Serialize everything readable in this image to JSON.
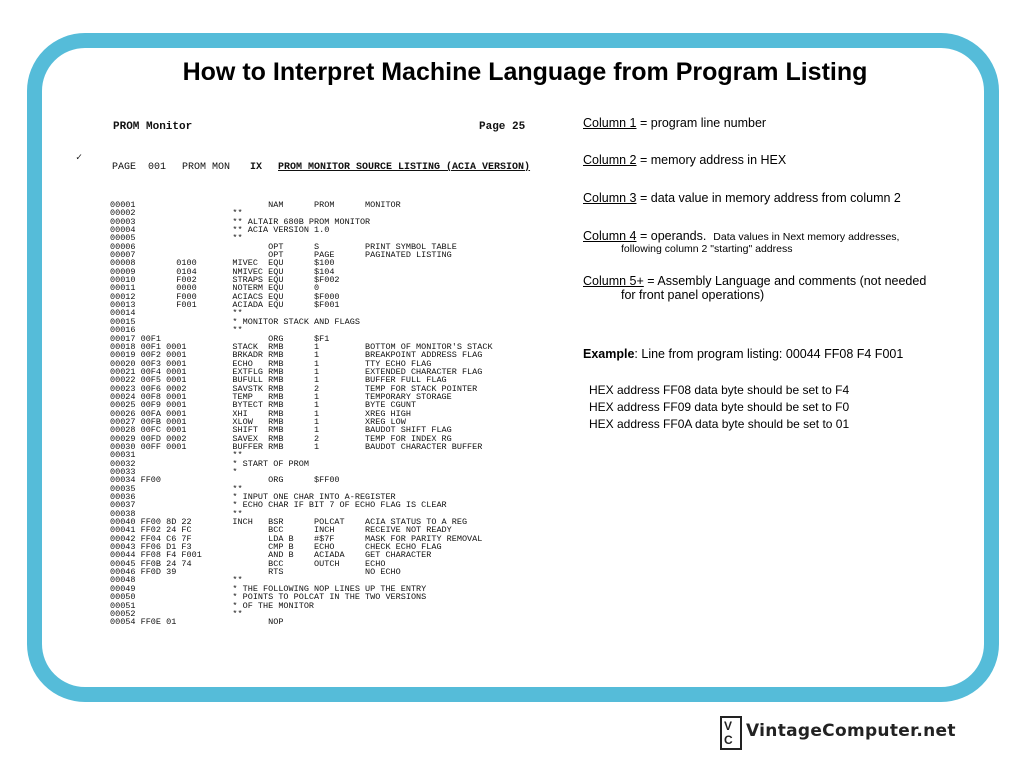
{
  "title": "How to Interpret Machine Language from Program Listing",
  "scan": {
    "heading_left": "PROM Monitor",
    "heading_right": "Page 25",
    "subheading_page": "PAGE  001",
    "subheading_name": "PROM MON",
    "subheading_mode": "IX",
    "subheading_title": "PROM MONITOR SOURCE LISTING (ACIA VERSION)",
    "tick_mark": "✓",
    "lines": [
      "00001                          NAM      PROM      MONITOR",
      "00002                   **",
      "00003                   ** ALTAIR 680B PROM MONITOR",
      "00004                   ** ACIA VERSION 1.0",
      "00005                   **",
      "00006                          OPT      S         PRINT SYMBOL TABLE",
      "00007                          OPT      PAGE      PAGINATED LISTING",
      "00008        0100       MIVEC  EQU      $100",
      "00009        0104       NMIVEC EQU      $104",
      "00010        F002       STRAPS EQU      $F002",
      "00011        0000       NOTERM EQU      0",
      "00012        F000       ACIACS EQU      $F000",
      "00013        F001       ACIADA EQU      $F001",
      "00014                   **",
      "00015                   * MONITOR STACK AND FLAGS",
      "00016                   **",
      "00017 00F1                     ORG      $F1",
      "00018 00F1 0001         STACK  RMB      1         BOTTOM OF MONITOR'S STACK",
      "00019 00F2 0001         BRKADR RMB      1         BREAKPOINT ADDRESS FLAG",
      "00020 00F3 0001         ECHO   RMB      1         TTY ECHO FLAG",
      "00021 00F4 0001         EXTFLG RMB      1         EXTENDED CHARACTER FLAG",
      "00022 00F5 0001         BUFULL RMB      1         BUFFER FULL FLAG",
      "00023 00F6 0002         SAVSTK RMB      2         TEMP FOR STACK POINTER",
      "00024 00F8 0001         TEMP   RMB      1         TEMPORARY STORAGE",
      "00025 00F9 0001         BYTECT RMB      1         BYTE CGUNT",
      "00026 00FA 0001         XHI    RMB      1         XREG HIGH",
      "00027 00FB 0001         XLOW   RMB      1         XREG LOW",
      "00028 00FC 0001         SHIFT  RMB      1         BAUDOT SHIFT FLAG",
      "00029 00FD 0002         SAVEX  RMB      2         TEMP FOR INDEX RG",
      "00030 00FF 0001         BUFFER RMB      1         BAUDOT CHARACTER BUFFER",
      "00031                   **",
      "00032                   * START OF PROM",
      "00033                   *",
      "00034 FF00                     ORG      $FF00",
      "00035                   **",
      "00036                   * INPUT ONE CHAR INTO A-REGISTER",
      "00037                   * ECHO CHAR IF BIT 7 OF ECHO FLAG IS CLEAR",
      "00038                   **",
      "00040 FF00 8D 22        INCH   BSR      POLCAT    ACIA STATUS TO A REG",
      "00041 FF02 24 FC               BCC      INCH      RECEIVE NOT READY",
      "00042 FF04 C6 7F               LDA B    #$7F      MASK FOR PARITY REMOVAL",
      "00043 FF06 D1 F3               CMP B    ECHO      CHECK ECHO FLAG",
      "00044 FF08 F4 F001             AND B    ACIADA    GET CHARACTER",
      "00045 FF0B 24 74               BCC      OUTCH     ECHO",
      "00046 FF0D 39                  RTS                NO ECHO",
      "00048                   **",
      "00049                   * THE FOLLOWING NOP LINES UP THE ENTRY",
      "00050                   * POINTS TO POLCAT IN THE TWO VERSIONS",
      "00051                   * OF THE MONITOR",
      "00052                   **",
      "00054 FF0E 01                  NOP"
    ]
  },
  "notes": {
    "col1_label": "Column 1",
    "col1_text": " = program line number",
    "col2_label": "Column 2",
    "col2_text": " = memory address in HEX",
    "col3_label": "Column 3",
    "col3_text": " = data value in memory address from column 2",
    "col4_label": "Column 4",
    "col4_text": " = operands.",
    "col4_small_a": "Data values in Next memory addresses,",
    "col4_small_b": "following column 2 \"starting\" address",
    "col5_label": "Column 5+",
    "col5_text_a": " = Assembly Language and comments (not needed",
    "col5_text_b": "for front panel operations)",
    "example_label": "Example",
    "example_text": ": Line from program listing: 00044 FF08 F4 F001",
    "hex_lines": [
      "HEX address FF08 data byte should be set to F4",
      "HEX address FF09 data byte should be set to F0",
      "HEX address FF0A data byte should be set to 01"
    ]
  },
  "logo": {
    "box_top": "V",
    "box_bottom": "C",
    "text": "VintageComputer.net"
  },
  "colors": {
    "frame": "#55bcd9",
    "text": "#000000",
    "background": "#ffffff"
  }
}
